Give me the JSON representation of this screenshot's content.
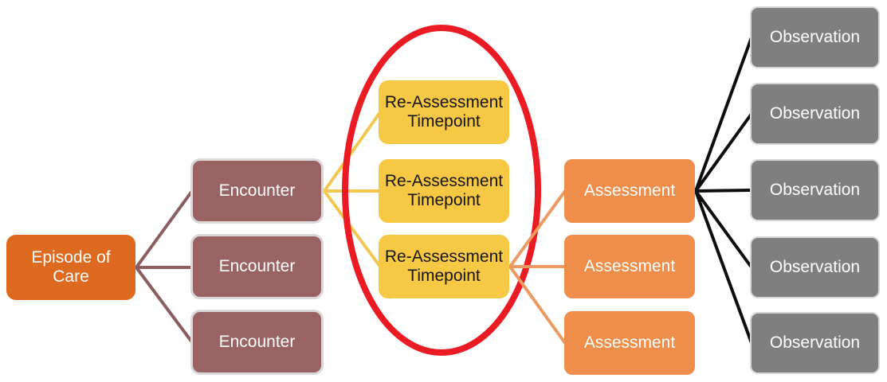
{
  "diagram": {
    "background": "#ffffff",
    "levels": [
      {
        "name": "episode-of-care",
        "fill": "#DE6A20",
        "text_color": "#FFFFFF",
        "nodes": [
          "Episode of Care"
        ]
      },
      {
        "name": "encounter",
        "fill": "#996263",
        "border_color": "#D9D9D9",
        "text_color": "#FFFFFF",
        "nodes": [
          "Encounter",
          "Encounter",
          "Encounter"
        ]
      },
      {
        "name": "re-assessment-timepoint",
        "fill": "#F6C843",
        "text_color": "#141414",
        "nodes": [
          "Re-Assessment Timepoint",
          "Re-Assessment Timepoint",
          "Re-Assessment Timepoint"
        ]
      },
      {
        "name": "assessment",
        "fill": "#EF8D4A",
        "text_color": "#FFFFFF",
        "nodes": [
          "Assessment",
          "Assessment",
          "Assessment"
        ]
      },
      {
        "name": "observation",
        "fill": "#7F7F7F",
        "border_color": "#D6D6D6",
        "text_color": "#FFFFFF",
        "nodes": [
          "Observation",
          "Observation",
          "Observation",
          "Observation",
          "Observation"
        ]
      }
    ],
    "connectors": [
      {
        "name": "episode-to-encounters",
        "color": "#8B5E5E",
        "from": "Episode of Care",
        "to": "Encounter (all three)"
      },
      {
        "name": "encounter-top-to-reassessment-timepoints",
        "color": "#F3C64F",
        "from": "Encounter (top)",
        "to": "Re-Assessment Timepoint (all three)"
      },
      {
        "name": "reassessment-bottom-to-assessments",
        "color": "#EC9A5F",
        "from": "Re-Assessment Timepoint (bottom)",
        "to": "Assessment (all three)"
      },
      {
        "name": "assessment-top-to-observations",
        "color": "#0D0D0D",
        "from": "Assessment (top)",
        "to": "Observation (all five)"
      }
    ],
    "highlight": {
      "shape": "ellipse",
      "color": "#EB1B23",
      "around": "Re-Assessment Timepoint"
    }
  }
}
